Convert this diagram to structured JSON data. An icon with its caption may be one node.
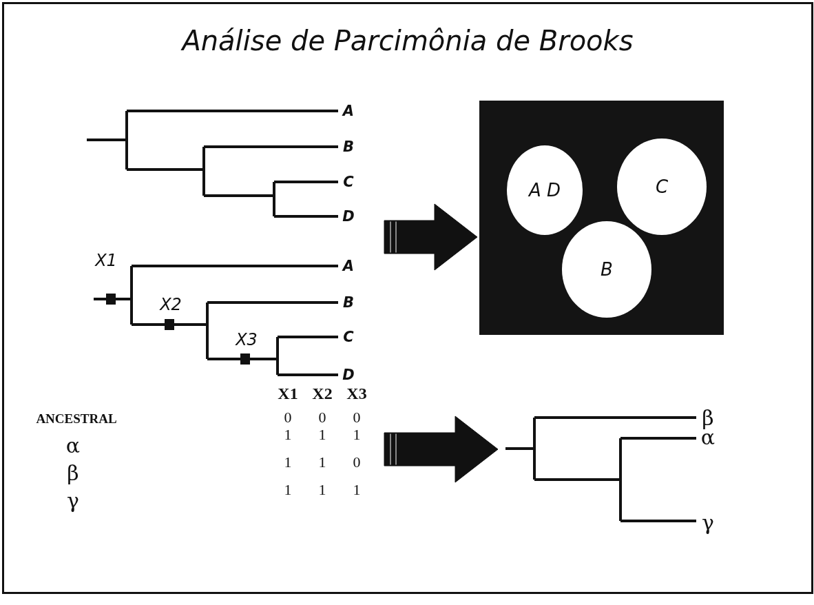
{
  "diagram": {
    "title": "Análise de Parcimônia de Brooks",
    "nodes": [
      {
        "text": [],
        "shape": "box"
      },
      {
        "text": [
          "A D"
        ],
        "in": 0
      },
      {
        "text": [
          "C"
        ],
        "in": 0
      },
      {
        "text": [
          "B"
        ],
        "in": 0
      },
      {
        "text": [],
        "shape": "picture",
        "beside": [
          "β",
          "α",
          "γ"
        ]
      }
    ],
    "edges": [
      {
        "from": null,
        "to": 0,
        "arrow": "to",
        "style": "thick"
      },
      {
        "from": null,
        "to": 4,
        "arrow": "to",
        "style": "thick"
      }
    ],
    "labels": [
      "A",
      "B",
      "C",
      "D",
      "X1",
      "A",
      "X2",
      "B",
      "X3",
      "C",
      "D",
      "X1",
      "X2",
      "X3",
      "ANCESTRAL",
      "0",
      "0",
      "0",
      "α",
      "1",
      "1",
      "1",
      "β",
      "1",
      "1",
      "0",
      "γ",
      "1",
      "1",
      "1"
    ]
  }
}
